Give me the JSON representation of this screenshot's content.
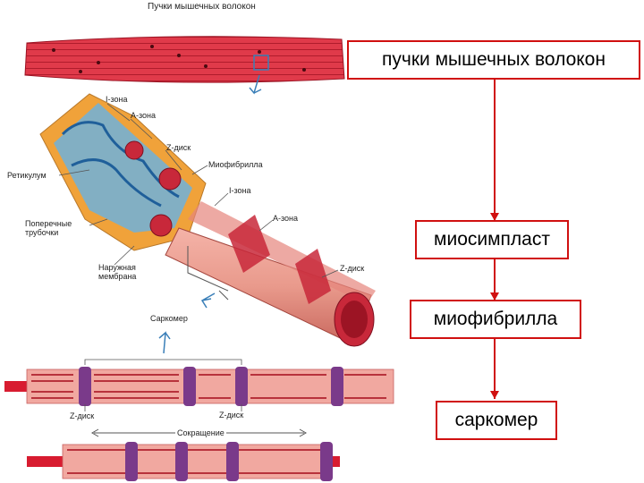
{
  "illustration": {
    "top_title": "Пучки мышечных волокон",
    "labels": {
      "i_zone_1": "I-зона",
      "a_zone_1": "A-зона",
      "z_disc_1": "Z-диск",
      "myofibril": "Миофибрилла",
      "reticulum": "Ретикулум",
      "i_zone_2": "I-зона",
      "transverse_tubules": "Поперечные\nтрубочки",
      "a_zone_2": "A-зона",
      "outer_membrane": "Наружная\nмембрана",
      "z_disc_2": "Z-диск",
      "sarcomere": "Саркомер",
      "z_disc_left": "Z-диск",
      "z_disc_right": "Z-диск",
      "contraction": "Сокращение"
    }
  },
  "flow": {
    "boxes": [
      "пучки мышечных волокон",
      "миосимпласт",
      "миофибрилла",
      "саркомер"
    ],
    "accent_color": "#d01010"
  }
}
